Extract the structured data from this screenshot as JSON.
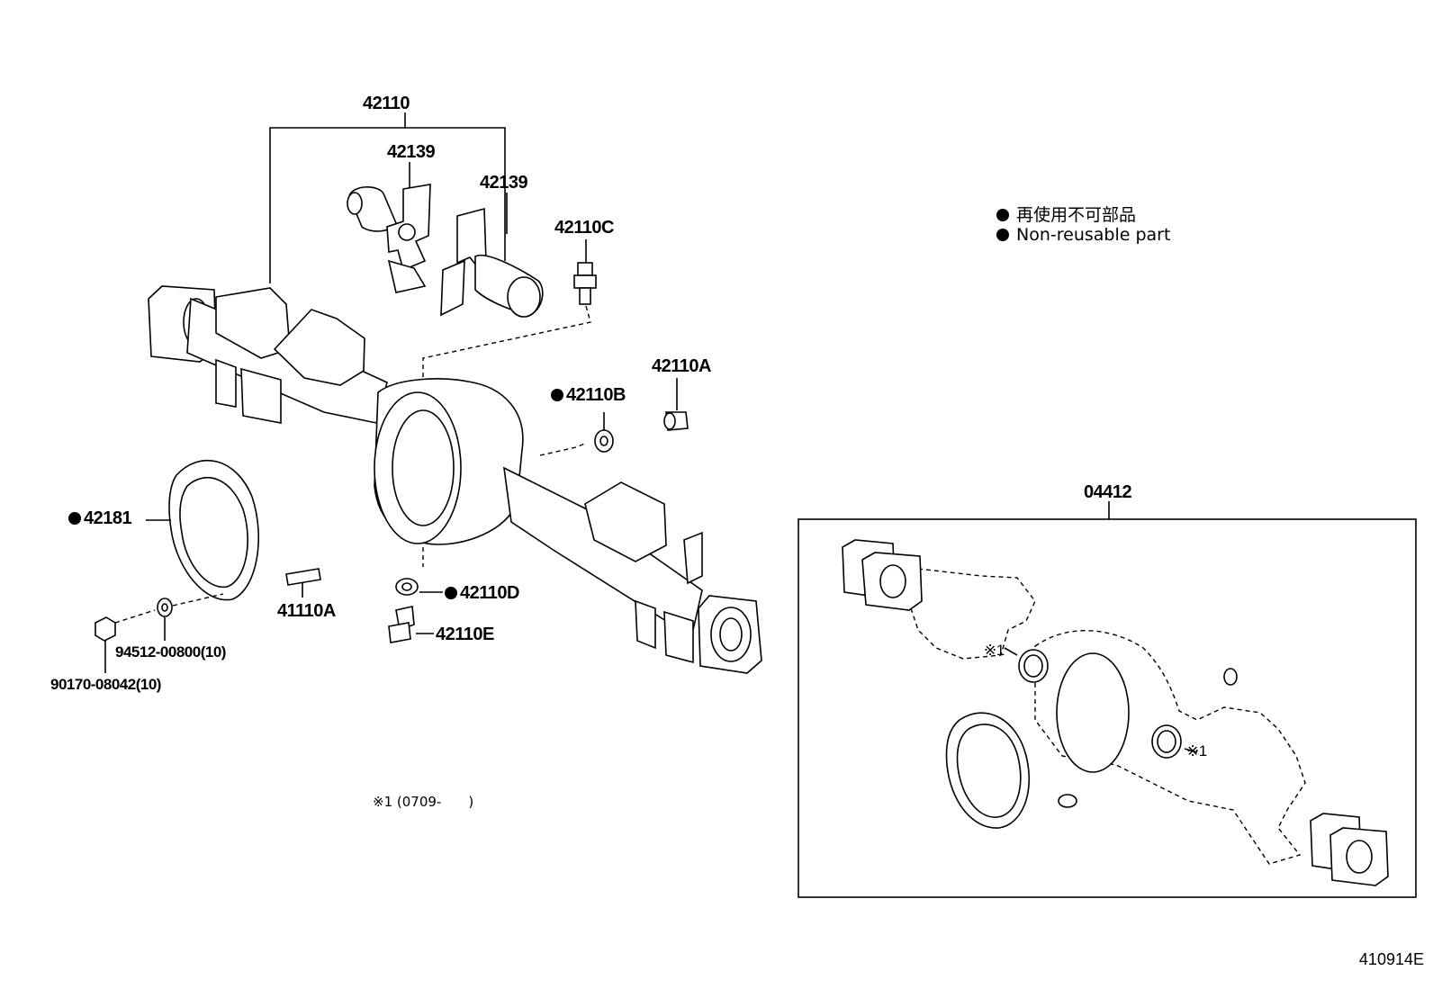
{
  "callouts": {
    "p42110": "42110",
    "p42139a": "42139",
    "p42139b": "42139",
    "p42110c": "42110C",
    "p42110a": "42110A",
    "p42110b": "42110B",
    "p42181": "42181",
    "p41110a": "41110A",
    "p42110d": "42110D",
    "p42110e": "42110E",
    "p94512": "94512-00800(10)",
    "p90170": "90170-08042(10)",
    "p04412": "04412",
    "ref1a": "※1",
    "ref1b": "※1"
  },
  "legend": {
    "line1": "再使用不可部品",
    "line2": "Non-reusable part"
  },
  "note": "※1 (0709-　　)",
  "figure_id": "410914E",
  "marker_parts": [
    "42110B",
    "42181",
    "42110D"
  ]
}
